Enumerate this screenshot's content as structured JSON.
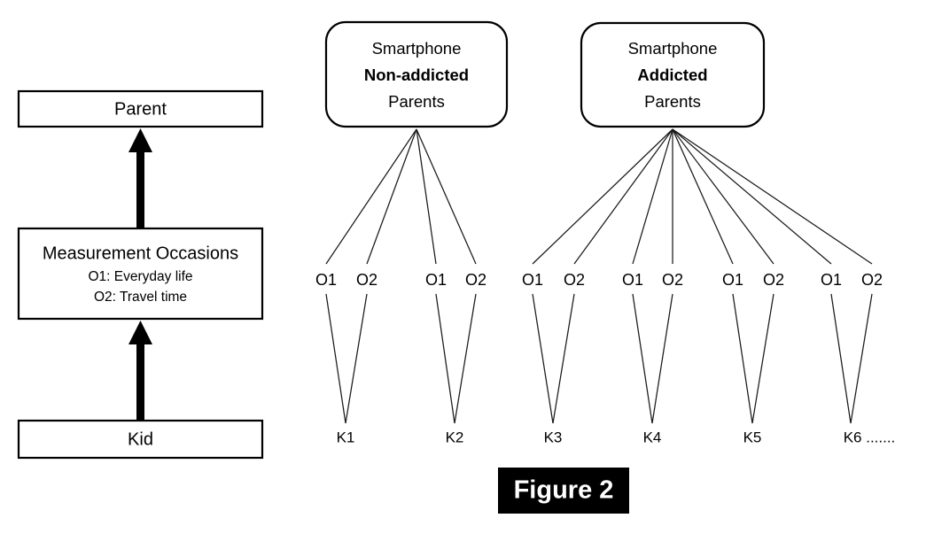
{
  "figure": {
    "label": "Figure 2",
    "label_bg_color": "#000000",
    "label_text_color": "#ffffff"
  },
  "legend_panel": {
    "name": "hierarchy-levels-legend",
    "boxes": [
      {
        "id": "parent",
        "title": "Parent",
        "lines": []
      },
      {
        "id": "measurement-occasions",
        "title": "Measurement Occasions",
        "lines": [
          "O1: Everyday life",
          "O2: Travel time"
        ]
      },
      {
        "id": "kid",
        "title": "Kid",
        "lines": []
      }
    ],
    "arrows": [
      {
        "from": "measurement-occasions",
        "to": "parent",
        "style": "thick-up-arrow"
      },
      {
        "from": "kid",
        "to": "measurement-occasions",
        "style": "thick-up-arrow"
      }
    ]
  },
  "tree_panel": {
    "name": "multilevel-tree",
    "groups": [
      {
        "id": "non-addicted",
        "line1": "Smartphone",
        "line2": "Non-addicted",
        "line3": "Parents",
        "kid_count": 2,
        "edge_count": 4
      },
      {
        "id": "addicted",
        "line1": "Smartphone",
        "line2": "Addicted",
        "line3": "Parents",
        "kid_count": 4,
        "edge_count": 8
      }
    ],
    "occasion_labels": [
      "O1",
      "O2"
    ],
    "occasion_row": [
      "O1",
      "O2",
      "O1",
      "O2",
      "O1",
      "O2",
      "O1",
      "O2",
      "O1",
      "O2",
      "O1",
      "O2"
    ],
    "kid_row": [
      "K1",
      "K2",
      "K3",
      "K4",
      "K5",
      "K6 ......."
    ],
    "kid_nodes": [
      {
        "id": "k1",
        "label": "K1",
        "group": "non-addicted"
      },
      {
        "id": "k2",
        "label": "K2",
        "group": "non-addicted"
      },
      {
        "id": "k3",
        "label": "K3",
        "group": "addicted"
      },
      {
        "id": "k4",
        "label": "K4",
        "group": "addicted"
      },
      {
        "id": "k5",
        "label": "K5",
        "group": "addicted"
      },
      {
        "id": "k6",
        "label": "K6 .......",
        "group": "addicted"
      }
    ]
  },
  "colors": {
    "stroke": "#000000",
    "thin_stroke": "#1a1a1a",
    "background": "#ffffff"
  }
}
